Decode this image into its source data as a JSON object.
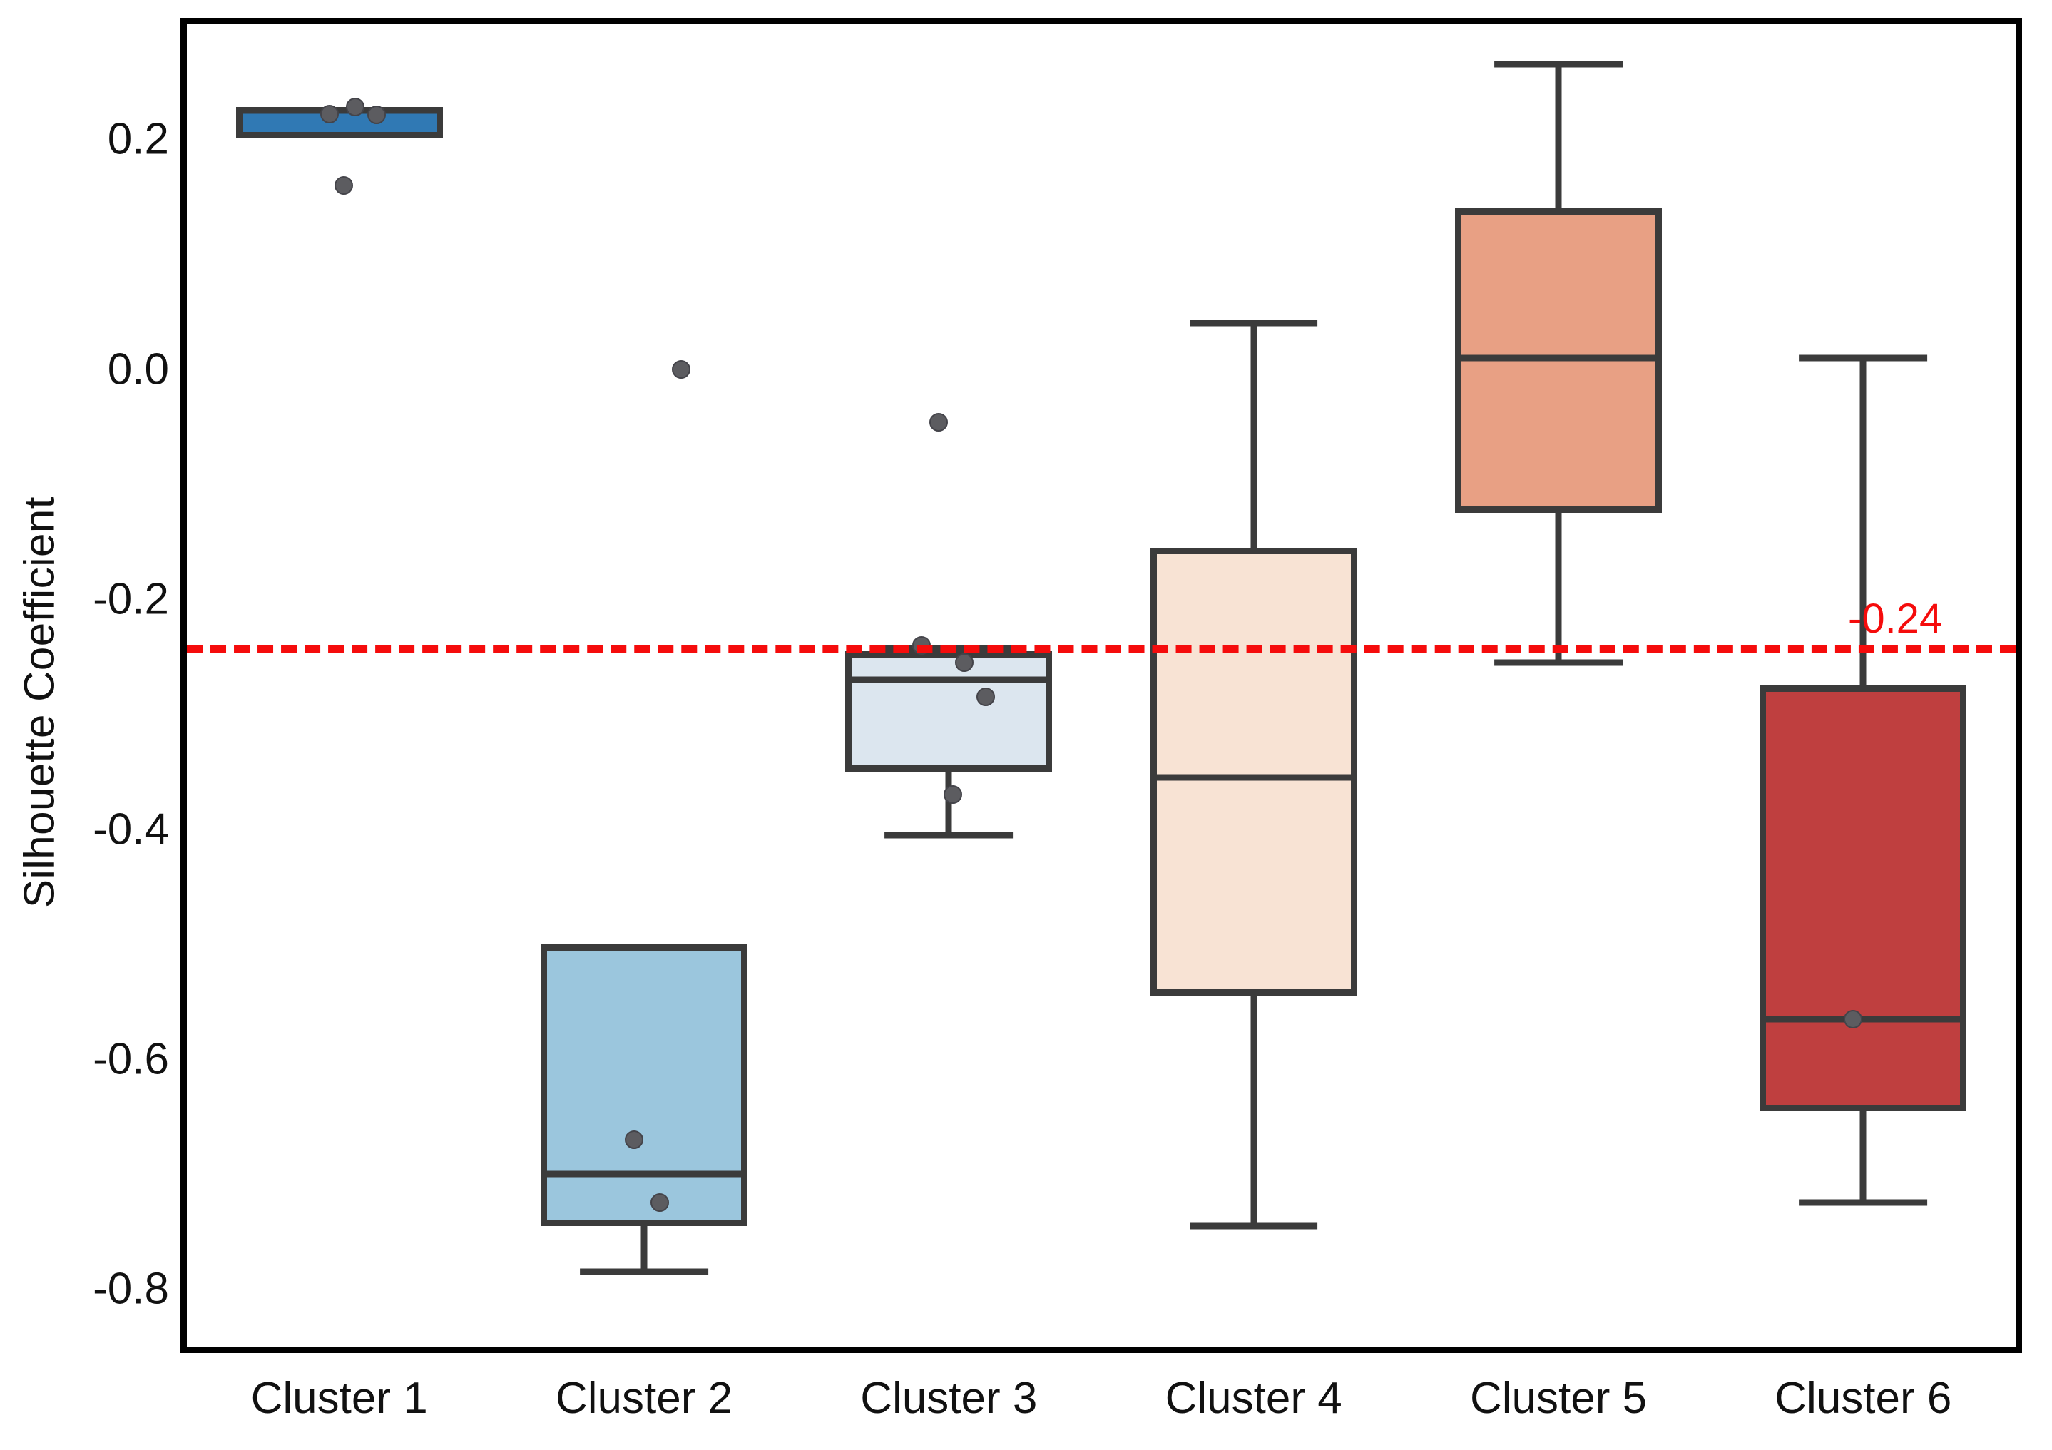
{
  "chart_data": {
    "type": "box",
    "title": "",
    "xlabel": "",
    "ylabel": "Silhouette Coefficient",
    "categories": [
      "Cluster 1",
      "Cluster 2",
      "Cluster 3",
      "Cluster 4",
      "Cluster 5",
      "Cluster 6"
    ],
    "ylim": [
      -0.85,
      0.3
    ],
    "yticks": [
      0.2,
      0.0,
      -0.2,
      -0.4,
      -0.6,
      -0.8
    ],
    "ytick_labels": [
      "0.2",
      "0.0",
      "-0.2",
      "-0.4",
      "-0.6",
      "-0.8"
    ],
    "grid": false,
    "legend": null,
    "annotations": [
      {
        "name": "mean-silhouette-threshold",
        "type": "hline",
        "value": -0.24,
        "label": "-0.24",
        "color": "#f50c0c",
        "linestyle": "dashed"
      }
    ],
    "boxes": [
      {
        "category": "Cluster 1",
        "fill": "#3079b4",
        "q1": 0.201,
        "median": 0.225,
        "q3": 0.228,
        "whisker_low": 0.201,
        "whisker_high": 0.228,
        "points": [
          0.222,
          0.228,
          0.221,
          0.16
        ]
      },
      {
        "category": "Cluster 2",
        "fill": "#9bc6dd",
        "q1": -0.745,
        "median": -0.7,
        "q3": -0.5,
        "whisker_low": -0.785,
        "whisker_high": -0.5,
        "points": [
          -0.67,
          -0.725,
          0.0
        ]
      },
      {
        "category": "Cluster 3",
        "fill": "#dce6ef",
        "q1": -0.35,
        "median": -0.27,
        "q3": -0.245,
        "whisker_low": -0.405,
        "whisker_high": -0.243,
        "points": [
          -0.046,
          -0.255,
          -0.285,
          -0.37,
          -0.24
        ]
      },
      {
        "category": "Cluster 4",
        "fill": "#f8e3d4",
        "q1": -0.545,
        "median": -0.355,
        "q3": -0.155,
        "whisker_low": -0.745,
        "whisker_high": 0.04,
        "points": []
      },
      {
        "category": "Cluster 5",
        "fill": "#e8a084",
        "q1": -0.125,
        "median": 0.01,
        "q3": 0.14,
        "whisker_low": -0.255,
        "whisker_high": 0.265,
        "points": []
      },
      {
        "category": "Cluster 6",
        "fill": "#bf3f3f",
        "q1": -0.645,
        "median": -0.565,
        "q3": -0.275,
        "whisker_low": -0.725,
        "whisker_high": 0.01,
        "points": [
          -0.565
        ]
      }
    ],
    "style": {
      "line_color": "#3b3b3b",
      "point_color": "#5c5c60",
      "frame_color": "#000000",
      "background": "#ffffff"
    }
  }
}
